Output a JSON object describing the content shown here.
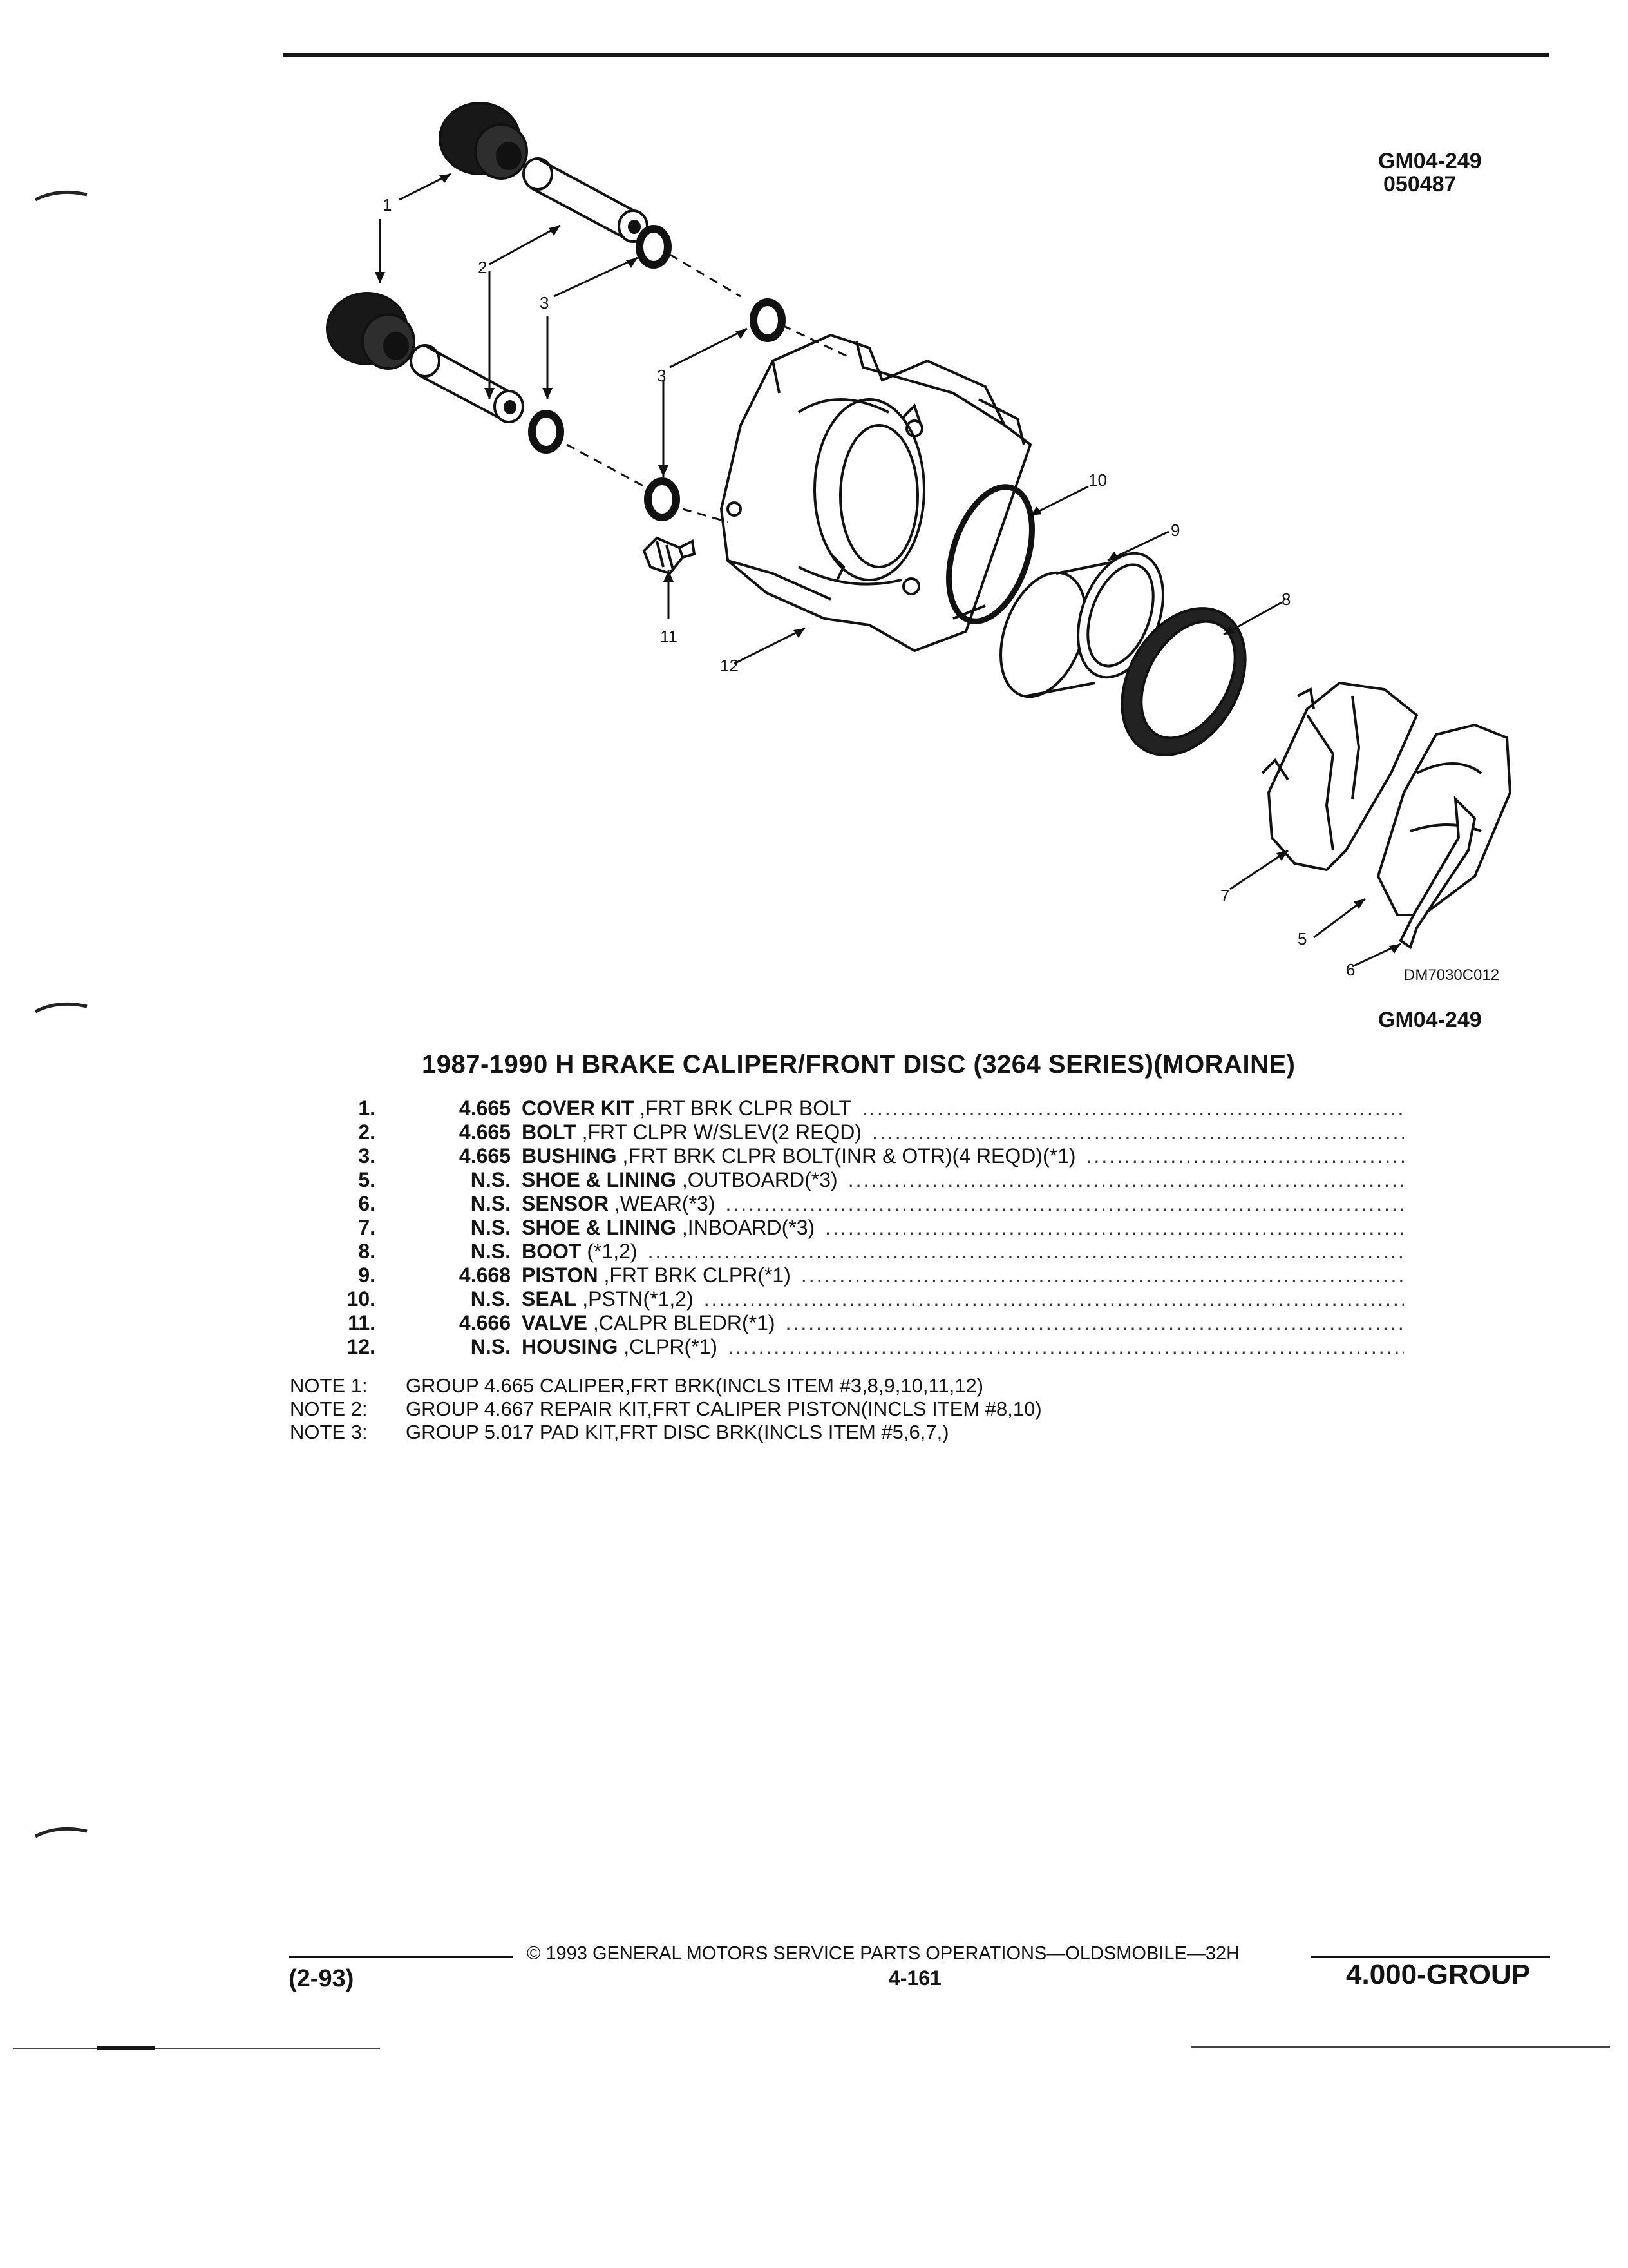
{
  "header": {
    "ref_code": "GM04-249",
    "ref_date": "050487"
  },
  "diagram": {
    "callouts": [
      "1",
      "2",
      "3",
      "3",
      "10",
      "9",
      "8",
      "11",
      "12",
      "7",
      "5",
      "6"
    ],
    "drawing_code": "DM7030C012",
    "ref_code": "GM04-249"
  },
  "section": {
    "title": "1987-1990 H BRAKE CALIPER/FRONT DISC (3264 SERIES)(MORAINE)"
  },
  "parts": [
    {
      "num": "1.",
      "group": "4.665",
      "name": "COVER KIT",
      "desc": ",FRT BRK CLPR BOLT"
    },
    {
      "num": "2.",
      "group": "4.665",
      "name": "BOLT",
      "desc": ",FRT CLPR W/SLEV(2 REQD)"
    },
    {
      "num": "3.",
      "group": "4.665",
      "name": "BUSHING",
      "desc": ",FRT BRK CLPR BOLT(INR & OTR)(4 REQD)(*1)"
    },
    {
      "num": "5.",
      "group": "N.S.",
      "name": "SHOE & LINING",
      "desc": ",OUTBOARD(*3)"
    },
    {
      "num": "6.",
      "group": "N.S.",
      "name": "SENSOR",
      "desc": ",WEAR(*3)"
    },
    {
      "num": "7.",
      "group": "N.S.",
      "name": "SHOE & LINING",
      "desc": ",INBOARD(*3)"
    },
    {
      "num": "8.",
      "group": "N.S.",
      "name": "BOOT",
      "desc": "(*1,2)"
    },
    {
      "num": "9.",
      "group": "4.668",
      "name": "PISTON",
      "desc": ",FRT BRK CLPR(*1)"
    },
    {
      "num": "10.",
      "group": "N.S.",
      "name": "SEAL",
      "desc": ",PSTN(*1,2)"
    },
    {
      "num": "11.",
      "group": "4.666",
      "name": "VALVE",
      "desc": ",CALPR BLEDR(*1)"
    },
    {
      "num": "12.",
      "group": "N.S.",
      "name": "HOUSING",
      "desc": ",CLPR(*1)"
    }
  ],
  "notes": [
    {
      "label": "NOTE  1:",
      "text": "GROUP 4.665 CALIPER,FRT BRK(INCLS ITEM #3,8,9,10,11,12)"
    },
    {
      "label": "NOTE  2:",
      "text": "GROUP 4.667 REPAIR KIT,FRT CALIPER PISTON(INCLS ITEM #8,10)"
    },
    {
      "label": "NOTE  3:",
      "text": "GROUP 5.017 PAD KIT,FRT DISC BRK(INCLS ITEM #5,6,7,)"
    }
  ],
  "footer": {
    "copyright": "© 1993 GENERAL MOTORS SERVICE PARTS OPERATIONS—OLDSMOBILE—32H",
    "date": "(2-93)",
    "page": "4-161",
    "group": "4.000-GROUP"
  }
}
